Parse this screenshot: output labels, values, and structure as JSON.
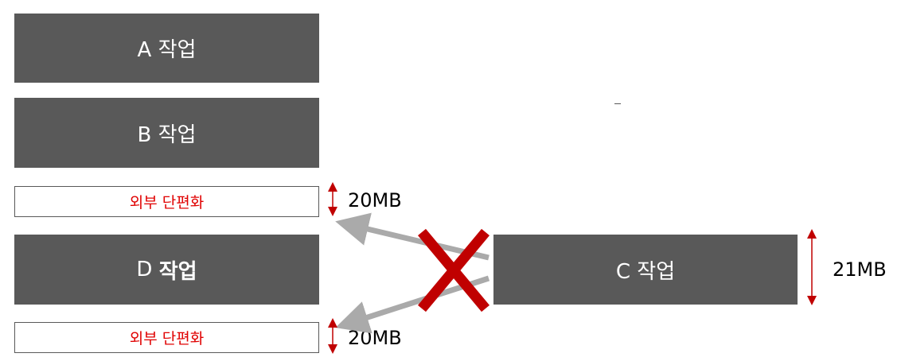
{
  "blocks": {
    "a": {
      "label": "A 작업"
    },
    "b": {
      "label": "B 작업"
    },
    "d": {
      "prefix": "D ",
      "label": "작업"
    },
    "c": {
      "label": "C 작업"
    }
  },
  "fragments": [
    {
      "label": "외부 단편화",
      "size": "20MB"
    },
    {
      "label": "외부 단편화",
      "size": "20MB"
    }
  ],
  "c_size": "21MB",
  "colors": {
    "block": "#595959",
    "fragment_text": "#e00000",
    "arrow": "#aaaaaa",
    "cross": "#c00000",
    "size_arrow": "#c00000"
  }
}
